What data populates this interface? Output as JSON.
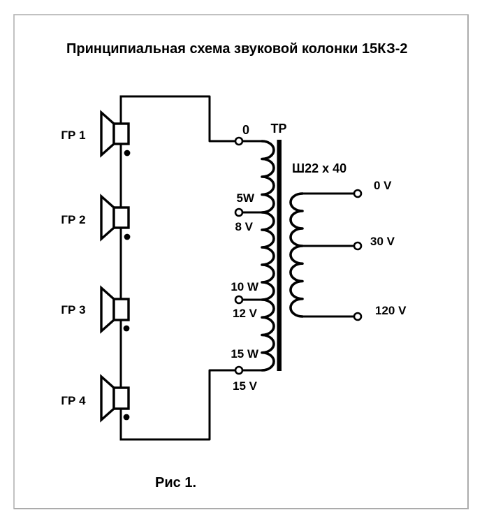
{
  "figure": {
    "title": "Принципиальная схема звуковой колонки 15КЗ-2",
    "caption": "Рис 1."
  },
  "speakers": [
    {
      "label": "ГР 1"
    },
    {
      "label": "ГР 2"
    },
    {
      "label": "ГР 3"
    },
    {
      "label": "ГР 4"
    }
  ],
  "transformer": {
    "name": "ТР",
    "core": "Ш22 x 40",
    "primary": {
      "input_label": "0",
      "taps": [
        {
          "power": "5W",
          "voltage": "8 V"
        },
        {
          "power": "10 W",
          "voltage": "12 V"
        },
        {
          "power": "15 W",
          "voltage": "15 V"
        }
      ]
    },
    "secondary": {
      "taps": [
        {
          "label": "0 V"
        },
        {
          "label": "30 V"
        },
        {
          "label": "120 V"
        }
      ]
    }
  },
  "colors": {
    "wire": "#000000",
    "frame_border": "#b2b2b2",
    "background": "#ffffff"
  }
}
